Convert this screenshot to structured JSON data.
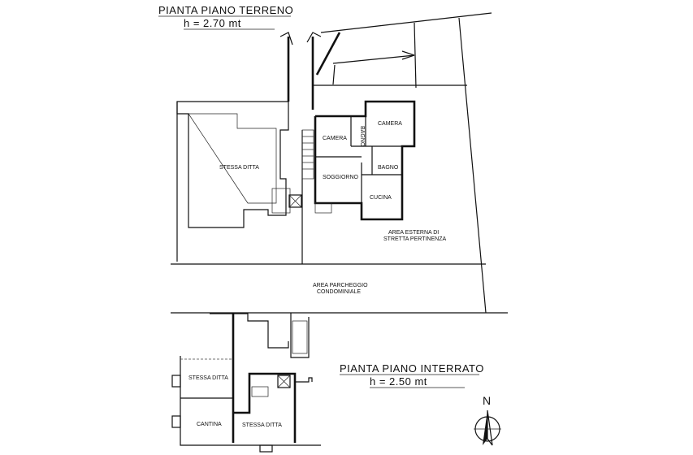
{
  "ground_floor": {
    "title": "PIANTA PIANO TERRENO",
    "height": "h = 2.70 mt",
    "rooms": {
      "stessa_ditta": "STESSA DITTA",
      "camera_1": "CAMERA",
      "camera_2": "CAMERA",
      "bagno_1": "BAGNO",
      "bagno_2": "BAGNO",
      "soggiorno": "SOGGIORNO",
      "cucina": "CUCINA",
      "area_esterna_1": "AREA ESTERNA DI",
      "area_esterna_2": "STRETTA PERTINENZA",
      "parcheggio_1": "AREA PARCHEGGIO",
      "parcheggio_2": "CONDOMINIALE"
    }
  },
  "basement": {
    "title": "PIANTA PIANO INTERRATO",
    "height": "h = 2.50 mt",
    "rooms": {
      "stessa_ditta_1": "STESSA DITTA",
      "cantina": "CANTINA",
      "stessa_ditta_2": "STESSA DITTA"
    }
  },
  "north": "N"
}
